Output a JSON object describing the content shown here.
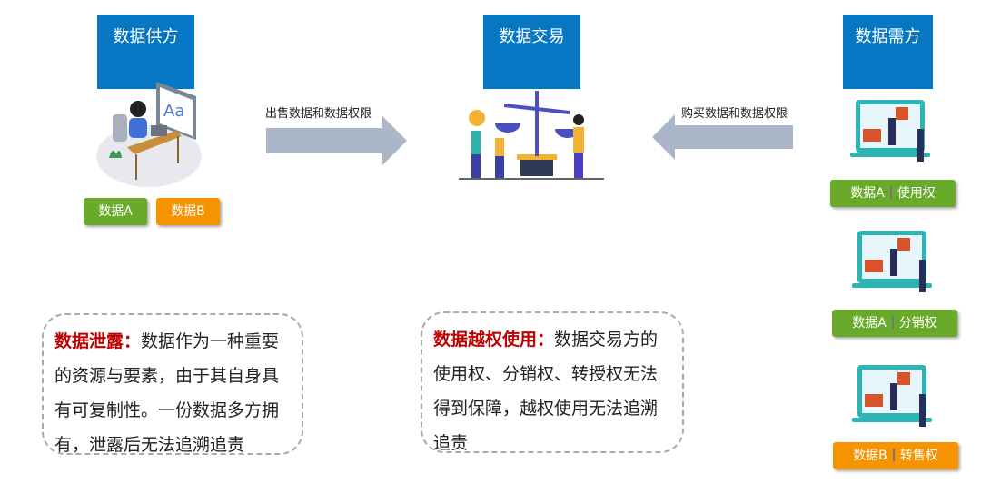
{
  "supplier": {
    "title": "数据供方",
    "badges": [
      "数据A",
      "数据B"
    ]
  },
  "exchange": {
    "title": "数据交易"
  },
  "demander": {
    "title": "数据需方",
    "badges": [
      {
        "data": "数据A",
        "right": "使用权"
      },
      {
        "data": "数据A",
        "right": "分销权"
      },
      {
        "data": "数据B",
        "right": "转售权"
      }
    ]
  },
  "arrows": {
    "sell": "出售数据和数据权限",
    "buy": "购买数据和数据权限"
  },
  "risks": [
    {
      "title": "数据泄露：",
      "body": "数据作为一种重要的资源与要素，由于其自身具有可复制性。一份数据多方拥有，泄露后无法追溯追责"
    },
    {
      "title": "数据越权使用：",
      "body": "数据交易方的使用权、分销权、转授权无法得到保障，越权使用无法追溯追责"
    }
  ],
  "colors": {
    "blue": "#0677c2",
    "green": "#6aaa2a",
    "orange": "#f59300",
    "arrow": "#abb6c8",
    "highlight": "#c00000"
  }
}
